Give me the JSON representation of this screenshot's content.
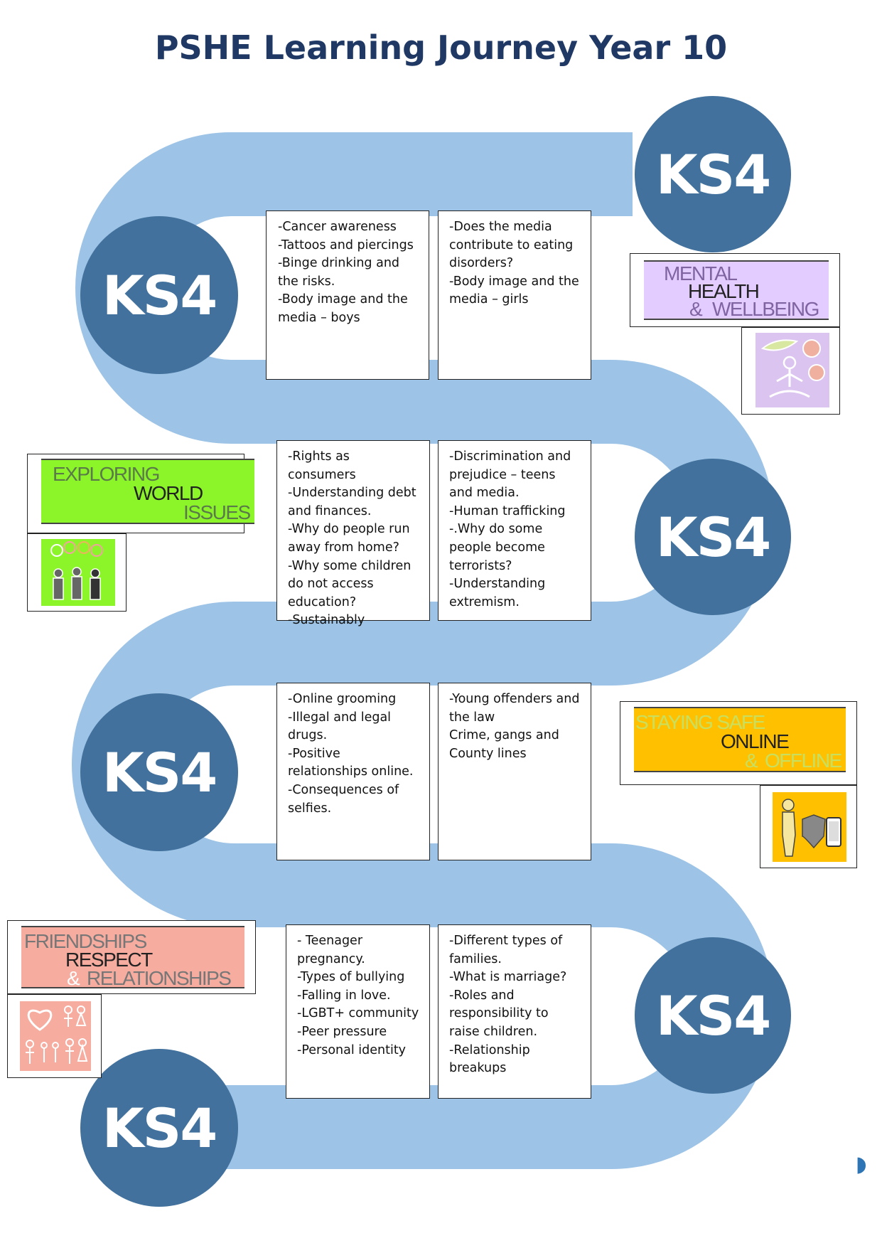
{
  "title": "PSHE Learning Journey  Year 10",
  "colors": {
    "road": "#9dc3e6",
    "circle": "#41719c",
    "title": "#1f3864"
  },
  "milestone_label": "KS4",
  "boxes": [
    "-Cancer awareness\n-Tattoos and piercings\n-Binge drinking and the risks.\n-Body image and the media – boys",
    "-Does the media contribute to eating disorders?\n -Body image and the media – girls",
    "-Rights as consumers\n-Understanding debt and finances.\n-Why do people run away from home?\n-Why some children do not access education?\n-Sustainably",
    "-Discrimination and prejudice – teens and media.\n-Human trafficking\n-.Why do some people become terrorists?\n-Understanding extremism.",
    "-Online grooming\n-Illegal and legal drugs.\n-Positive relationships online.\n-Consequences of selfies.",
    "-Young offenders and the law\nCrime, gangs and County lines",
    "- Teenager pregnancy.\n-Types of bullying\n-Falling in love.\n-LGBT+ community\n-Peer pressure\n-Personal identity",
    "-Different types of families.\n-What is marriage?\n-Roles and responsibility to raise children.\n-Relationship breakups"
  ],
  "banners": {
    "mental": {
      "line1": "MENTAL",
      "line2": "HEALTH",
      "amp": "&",
      "line3": "WELLBEING",
      "bg": "#e3ccff"
    },
    "world": {
      "line1": "EXPLORING",
      "line2": "WORLD",
      "line3": "ISSUES",
      "bg": "#8cf52a"
    },
    "safe": {
      "line1": "STAYING SAFE",
      "line2": "ONLINE",
      "amp": "&",
      "line3": "OFFLINE",
      "bg": "#ffc000"
    },
    "friend": {
      "line1": "FRIENDSHIPS",
      "line2": "RESPECT",
      "amp": "&",
      "line3": "RELATIONSHIPS",
      "bg": "#f7aca0"
    }
  },
  "icons": [
    "meditation-icon",
    "people-balloons-icon",
    "shield-phone-icon",
    "heart-family-icon"
  ]
}
